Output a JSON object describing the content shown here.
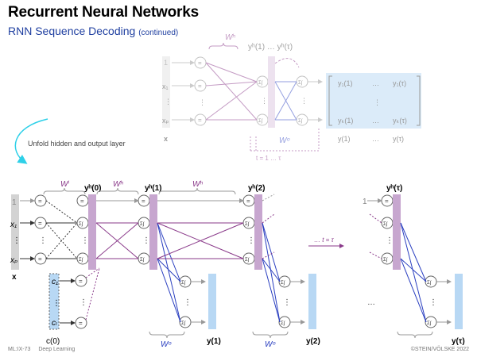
{
  "header": {
    "title": "Recurrent Neural Networks",
    "subtitle": "RNN Sequence Decoding",
    "subtitle_note": "(continued)"
  },
  "footer": {
    "slide_id": "ML:IX-73",
    "course": "Deep Learning",
    "copyright": "©STEIN/VÖLSKE 2022"
  },
  "top_diagram": {
    "wh_label": "Wʰ",
    "wo_label": "Wᵒ",
    "yh_seq_label": "yʰ(1) … yʰ(τ)",
    "x_label": "x",
    "one_label": "1",
    "input_labels": [
      "x₁",
      "⋮",
      "xₚ"
    ],
    "matrix_cells": [
      "y₁(1)",
      "…",
      "y₁(τ)",
      "⋮",
      "yₖ(1)",
      "…",
      "yₖ(τ)"
    ],
    "output_seq": [
      "y(1)",
      "…",
      "y(τ)"
    ],
    "loop_label": "t = 1 … τ"
  },
  "annotation": {
    "unfold_text": "Unfold hidden and output layer"
  },
  "bottom_diagram": {
    "wi_label": "Wⁱ",
    "wh_label": "Wʰ",
    "wo_label": "Wᵒ",
    "one_label": "1",
    "input_labels": [
      "x₁",
      "⋮",
      "xₚ"
    ],
    "x_label": "x",
    "context_labels": [
      "c₁",
      "⋮",
      "cₗ"
    ],
    "c0_label": "c(0)",
    "hidden_labels": [
      "yʰ(0)",
      "yʰ(1)",
      "yʰ(2)",
      "yʰ(τ)"
    ],
    "output_labels": [
      "y(1)",
      "y(2)",
      "y(τ)"
    ],
    "continue_label": "… t = τ",
    "ellipsis": "…"
  },
  "colors": {
    "wh": "#8a3a8a",
    "wo": "#2a3fc0",
    "hidden_bar": "#c7a6cf",
    "output_bar": "#b8d8f4",
    "input_bar": "#d3d3d3",
    "cyan_arrow": "#2ed0e8"
  }
}
